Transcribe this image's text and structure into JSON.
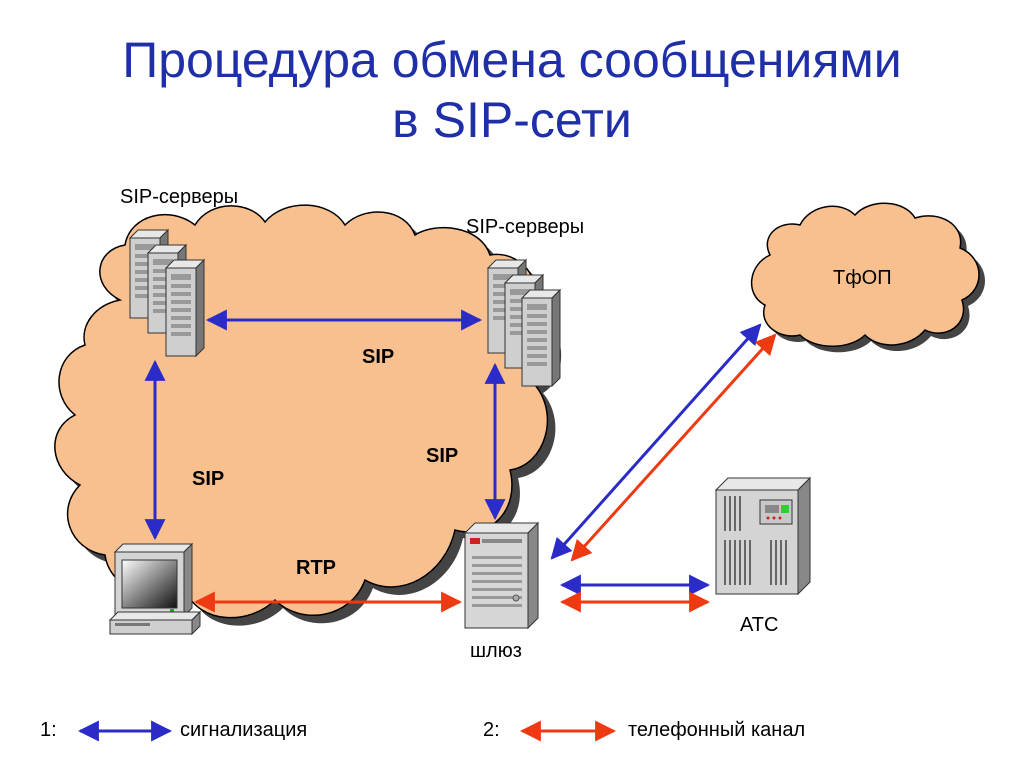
{
  "title": {
    "line1": "Процедура обмена сообщениями",
    "line2": "в SIP-сети"
  },
  "nodes": {
    "sip_servers_left": "SIP-серверы",
    "sip_servers_right": "SIP-серверы",
    "pstn": "ТфОП",
    "gateway": "шлюз",
    "pbx": "АТС"
  },
  "links": {
    "sip_top": "SIP",
    "sip_left": "SIP",
    "sip_right": "SIP",
    "rtp": "RTP"
  },
  "legend": {
    "item1_number": "1:",
    "item1_label": "сигнализация",
    "item1_color": "#2b2bc8",
    "item2_number": "2:",
    "item2_label": "телефонный канал",
    "item2_color": "#ee3a12"
  },
  "colors": {
    "title": "#1f2fa8",
    "cloud": "#f9c08f",
    "signaling": "#2b2bc8",
    "voice": "#ee3a12"
  }
}
